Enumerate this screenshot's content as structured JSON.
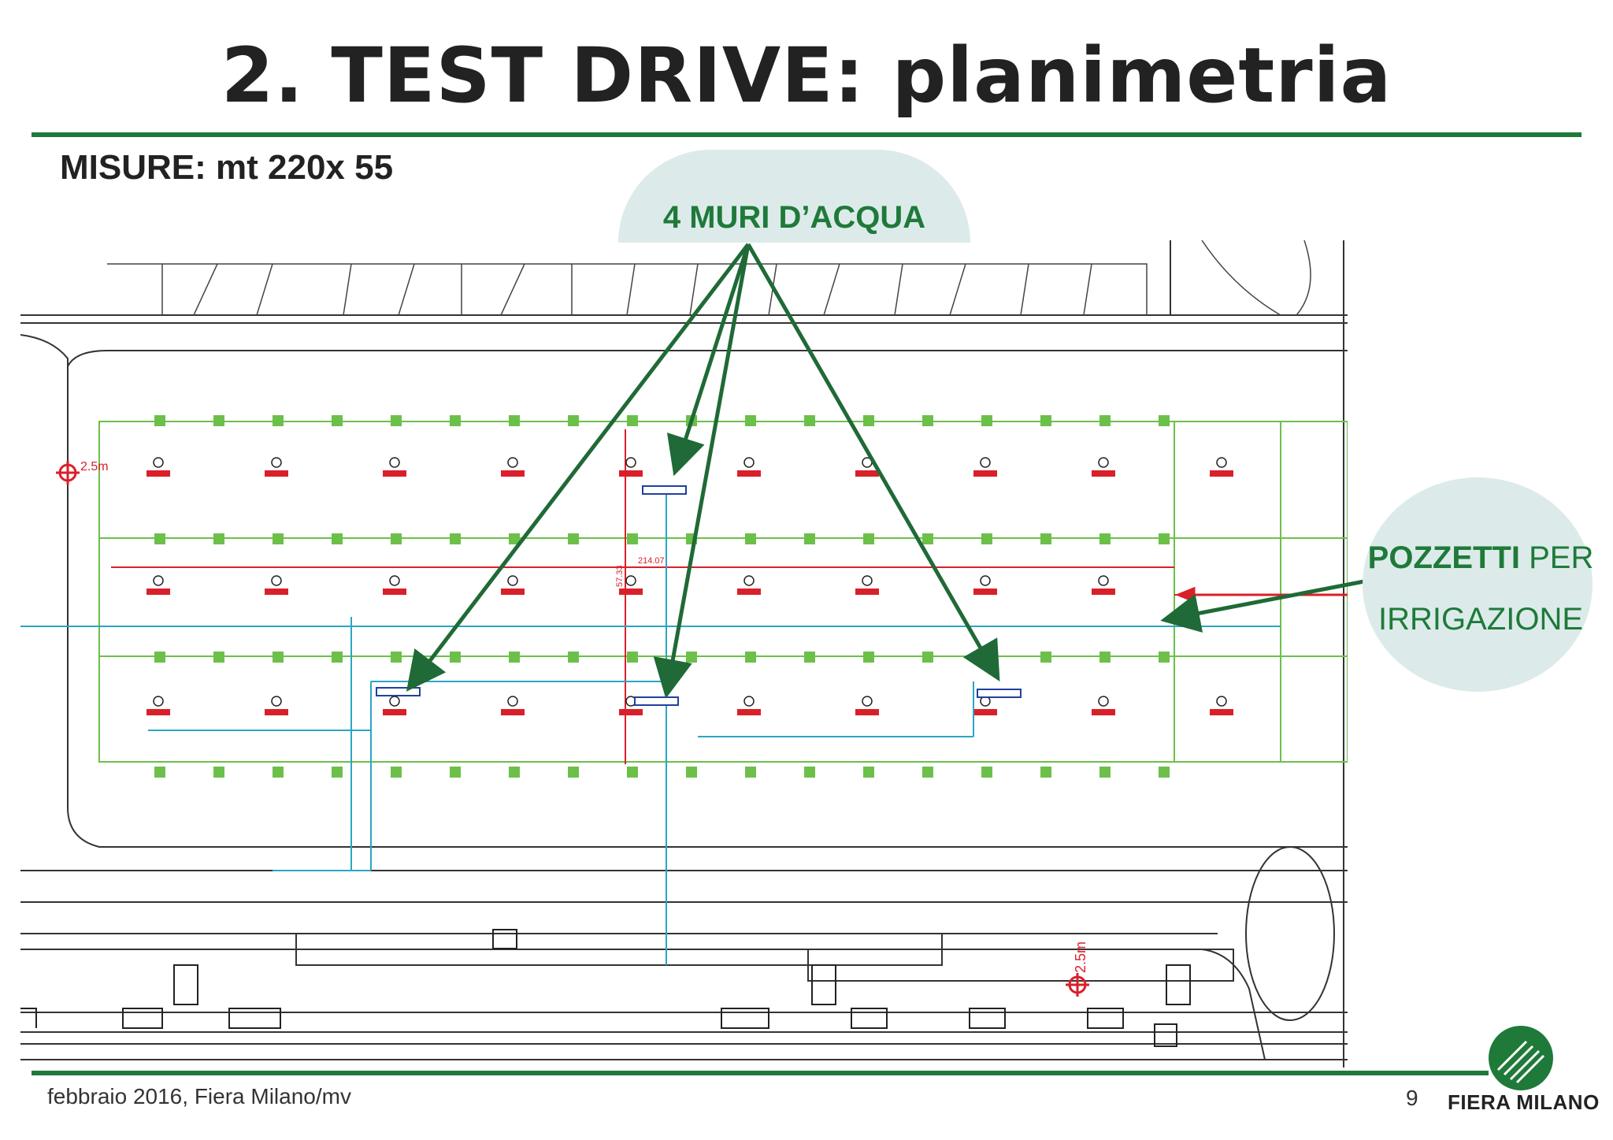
{
  "slide": {
    "title": "2. TEST DRIVE: planimetria",
    "measures_label": "MISURE",
    "measures_value": ": mt 220x 55"
  },
  "callouts": {
    "water_walls": "4 MURI D’ACQUA",
    "wells_bold": "POZZETTI",
    "wells_rest": " PER",
    "wells_line2": "IRRIGAZIONE"
  },
  "plan_labels": {
    "dim_top_left": "2.5m",
    "dim_bottom": "2.5m",
    "dim_length": "214.07",
    "dim_width": "57.33"
  },
  "footer": {
    "date_source": "febbraio 2016,  Fiera Milano/mv",
    "page_number": "9",
    "logo_text": "FIERA MILANO"
  },
  "colors": {
    "accent_green": "#1f7a3a",
    "bubble_fill": "#dcebea",
    "plan_green": "#6cc04a",
    "plan_red": "#d9202a",
    "plan_cyan": "#2aa6c6"
  }
}
